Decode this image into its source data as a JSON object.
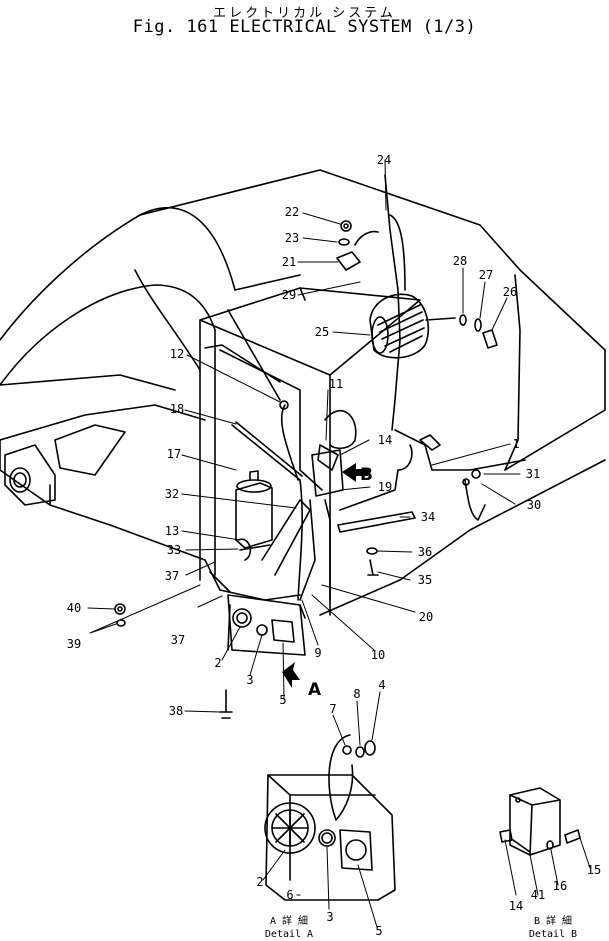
{
  "header": {
    "japanese_title": "エレクトリカル システム",
    "title": "Fig. 161 ELECTRICAL SYSTEM (1/3)"
  },
  "callouts": [
    "1",
    "2",
    "3",
    "4",
    "5",
    "6",
    "7",
    "8",
    "9",
    "10",
    "11",
    "12",
    "13",
    "14",
    "15",
    "16",
    "17",
    "18",
    "19",
    "20",
    "21",
    "22",
    "23",
    "24",
    "25",
    "26",
    "27",
    "28",
    "29",
    "30",
    "31",
    "32",
    "33",
    "34",
    "35",
    "36",
    "37",
    "38",
    "39",
    "40",
    "41"
  ],
  "view_markers": {
    "a": "A",
    "b": "B"
  },
  "details": {
    "detail_a": {
      "kanji": "A 詳 細",
      "label": "Detail A"
    },
    "detail_b": {
      "kanji": "B 詳 細",
      "label": "Detail B"
    }
  }
}
